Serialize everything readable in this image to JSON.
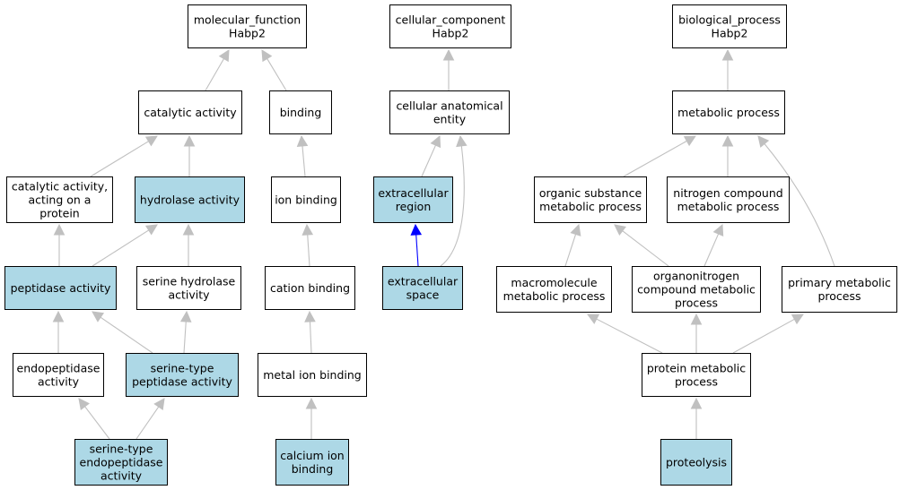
{
  "colors": {
    "highlight_fill": "#add8e6",
    "plain_fill": "#ffffff",
    "border": "#000000",
    "edge_default": "#c0c0c0",
    "edge_highlight": "#0000ff"
  },
  "nodes": [
    {
      "id": "mf_root",
      "lines": [
        "molecular_function",
        "Habp2"
      ],
      "highlight": false
    },
    {
      "id": "catalytic",
      "lines": [
        "catalytic activity"
      ],
      "highlight": false
    },
    {
      "id": "binding",
      "lines": [
        "binding"
      ],
      "highlight": false
    },
    {
      "id": "cat_protein",
      "lines": [
        "catalytic activity,",
        "acting on a",
        "protein"
      ],
      "highlight": false
    },
    {
      "id": "hydrolase",
      "lines": [
        "hydrolase activity"
      ],
      "highlight": true
    },
    {
      "id": "ion_binding",
      "lines": [
        "ion binding"
      ],
      "highlight": false
    },
    {
      "id": "peptidase",
      "lines": [
        "peptidase activity"
      ],
      "highlight": true
    },
    {
      "id": "serine_hydrolase",
      "lines": [
        "serine hydrolase",
        "activity"
      ],
      "highlight": false
    },
    {
      "id": "cation_binding",
      "lines": [
        "cation binding"
      ],
      "highlight": false
    },
    {
      "id": "endopeptidase",
      "lines": [
        "endopeptidase",
        "activity"
      ],
      "highlight": false
    },
    {
      "id": "serine_peptidase",
      "lines": [
        "serine-type",
        "peptidase activity"
      ],
      "highlight": true
    },
    {
      "id": "metal_ion",
      "lines": [
        "metal ion binding"
      ],
      "highlight": false
    },
    {
      "id": "serine_endopeptidase",
      "lines": [
        "serine-type",
        "endopeptidase",
        "activity"
      ],
      "highlight": true
    },
    {
      "id": "calcium",
      "lines": [
        "calcium ion",
        "binding"
      ],
      "highlight": true
    },
    {
      "id": "cc_root",
      "lines": [
        "cellular_component",
        "Habp2"
      ],
      "highlight": false
    },
    {
      "id": "cae",
      "lines": [
        "cellular anatomical",
        "entity"
      ],
      "highlight": false
    },
    {
      "id": "ext_region",
      "lines": [
        "extracellular",
        "region"
      ],
      "highlight": true
    },
    {
      "id": "ext_space",
      "lines": [
        "extracellular",
        "space"
      ],
      "highlight": true
    },
    {
      "id": "bp_root",
      "lines": [
        "biological_process",
        "Habp2"
      ],
      "highlight": false
    },
    {
      "id": "metabolic",
      "lines": [
        "metabolic process"
      ],
      "highlight": false
    },
    {
      "id": "organic",
      "lines": [
        "organic substance",
        "metabolic process"
      ],
      "highlight": false
    },
    {
      "id": "nitrogen",
      "lines": [
        "nitrogen compound",
        "metabolic process"
      ],
      "highlight": false
    },
    {
      "id": "macromolecule",
      "lines": [
        "macromolecule",
        "metabolic process"
      ],
      "highlight": false
    },
    {
      "id": "organonitrogen",
      "lines": [
        "organonitrogen",
        "compound metabolic",
        "process"
      ],
      "highlight": false
    },
    {
      "id": "primary",
      "lines": [
        "primary metabolic",
        "process"
      ],
      "highlight": false
    },
    {
      "id": "protein_met",
      "lines": [
        "protein metabolic",
        "process"
      ],
      "highlight": false
    },
    {
      "id": "proteolysis",
      "lines": [
        "proteolysis"
      ],
      "highlight": true
    }
  ],
  "edges": [
    {
      "from": "catalytic",
      "to": "mf_root",
      "highlight": false
    },
    {
      "from": "binding",
      "to": "mf_root",
      "highlight": false
    },
    {
      "from": "cat_protein",
      "to": "catalytic",
      "highlight": false
    },
    {
      "from": "hydrolase",
      "to": "catalytic",
      "highlight": false
    },
    {
      "from": "ion_binding",
      "to": "binding",
      "highlight": false
    },
    {
      "from": "peptidase",
      "to": "cat_protein",
      "highlight": false
    },
    {
      "from": "peptidase",
      "to": "hydrolase",
      "highlight": false
    },
    {
      "from": "serine_hydrolase",
      "to": "hydrolase",
      "highlight": false
    },
    {
      "from": "cation_binding",
      "to": "ion_binding",
      "highlight": false
    },
    {
      "from": "endopeptidase",
      "to": "peptidase",
      "highlight": false
    },
    {
      "from": "serine_peptidase",
      "to": "peptidase",
      "highlight": false
    },
    {
      "from": "serine_peptidase",
      "to": "serine_hydrolase",
      "highlight": false
    },
    {
      "from": "metal_ion",
      "to": "cation_binding",
      "highlight": false
    },
    {
      "from": "serine_endopeptidase",
      "to": "endopeptidase",
      "highlight": false
    },
    {
      "from": "serine_endopeptidase",
      "to": "serine_peptidase",
      "highlight": false
    },
    {
      "from": "calcium",
      "to": "metal_ion",
      "highlight": false
    },
    {
      "from": "cae",
      "to": "cc_root",
      "highlight": false
    },
    {
      "from": "ext_region",
      "to": "cae",
      "highlight": false
    },
    {
      "from": "ext_space",
      "to": "cae",
      "highlight": false
    },
    {
      "from": "ext_space",
      "to": "ext_region",
      "highlight": true
    },
    {
      "from": "metabolic",
      "to": "bp_root",
      "highlight": false
    },
    {
      "from": "organic",
      "to": "metabolic",
      "highlight": false
    },
    {
      "from": "nitrogen",
      "to": "metabolic",
      "highlight": false
    },
    {
      "from": "primary",
      "to": "metabolic",
      "highlight": false
    },
    {
      "from": "macromolecule",
      "to": "organic",
      "highlight": false
    },
    {
      "from": "organonitrogen",
      "to": "organic",
      "highlight": false
    },
    {
      "from": "organonitrogen",
      "to": "nitrogen",
      "highlight": false
    },
    {
      "from": "protein_met",
      "to": "macromolecule",
      "highlight": false
    },
    {
      "from": "protein_met",
      "to": "organonitrogen",
      "highlight": false
    },
    {
      "from": "protein_met",
      "to": "primary",
      "highlight": false
    },
    {
      "from": "proteolysis",
      "to": "protein_met",
      "highlight": false
    }
  ]
}
